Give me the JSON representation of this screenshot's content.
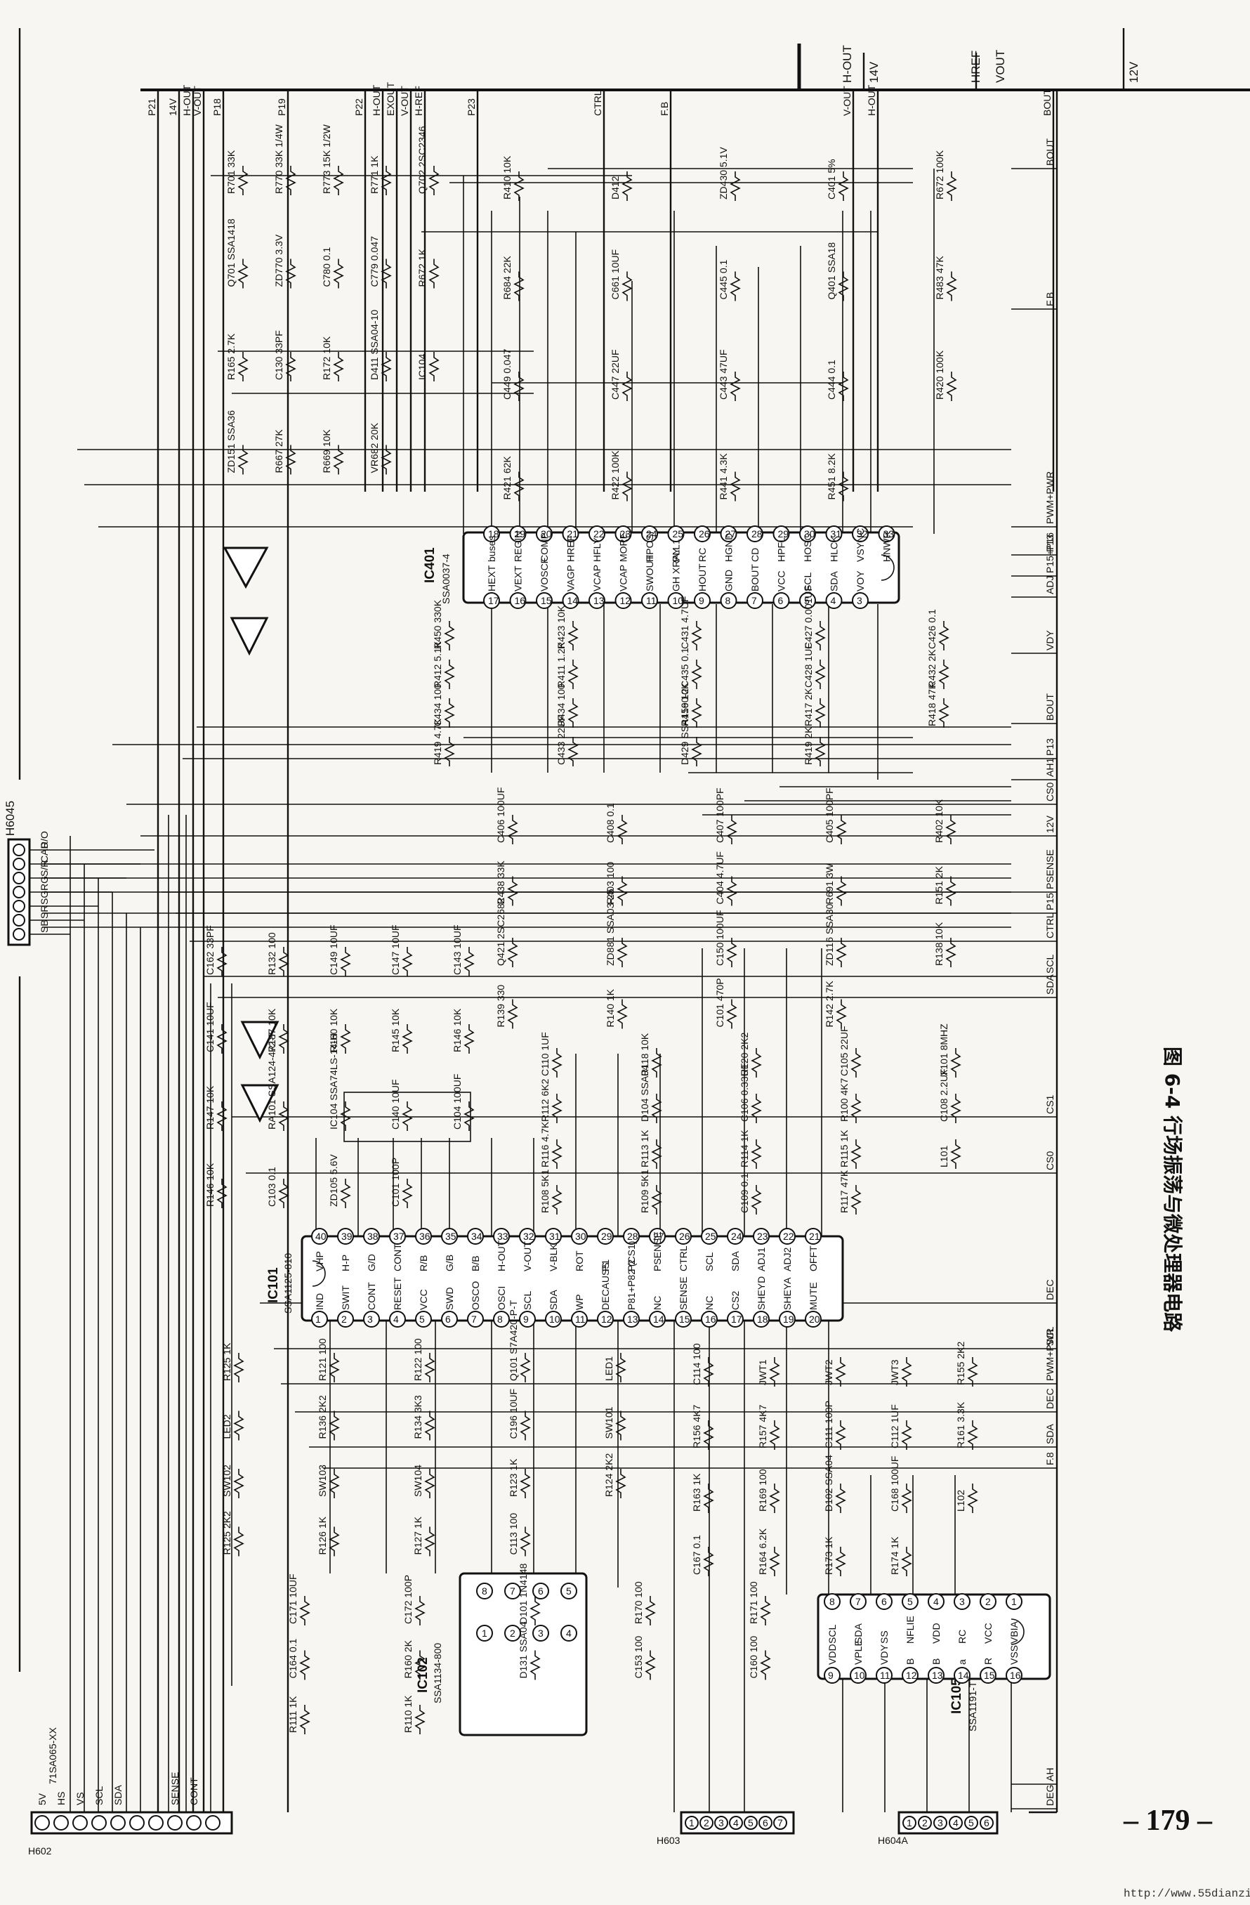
{
  "figure": {
    "caption": "图 6-4  行场振荡与微处理器电路",
    "page_number": "– 179 –",
    "watermark": "http://www.55dianzi.com"
  },
  "top_bus": {
    "labels": [
      "H-OUT",
      "14V",
      "HREF",
      "VOUT",
      "12V"
    ]
  },
  "top_signals": [
    "P21",
    "14V",
    "H-OUT",
    "V-OUT",
    "P18",
    "P19",
    "P22",
    "H-OUT",
    "EXOUT",
    "V-OUT",
    "H-REF",
    "P23",
    "CTRL",
    "F.B",
    "V-OUT",
    "H-OUT",
    "BOUT"
  ],
  "ic_h_osc": {
    "name": "IC401",
    "part": "SSA0037-4",
    "top_pins": [
      {
        "n": "17",
        "label": "HEXT"
      },
      {
        "n": "16",
        "label": "VEXT"
      },
      {
        "n": "15",
        "label": "VOSCF"
      },
      {
        "n": "14",
        "label": "VAGP"
      },
      {
        "n": "13",
        "label": "VCAP"
      },
      {
        "n": "12",
        "label": "VCAP"
      },
      {
        "n": "11",
        "label": "SWOUT"
      },
      {
        "n": "10",
        "label": "GH XRAY"
      },
      {
        "n": "9",
        "label": "HOUT"
      },
      {
        "n": "8",
        "label": "GND"
      },
      {
        "n": "7",
        "label": "BOUT"
      },
      {
        "n": "6",
        "label": "VCC"
      },
      {
        "n": "5",
        "label": "SCL"
      },
      {
        "n": "4",
        "label": "SDA"
      },
      {
        "n": "3",
        "label": "VOY"
      }
    ],
    "bottom_pins": [
      {
        "n": "18",
        "label": "buses"
      },
      {
        "n": "19",
        "label": "REGIN"
      },
      {
        "n": "20",
        "label": "COMP"
      },
      {
        "n": "21",
        "label": "HREF"
      },
      {
        "n": "22",
        "label": "HFLY"
      },
      {
        "n": "23",
        "label": "MORE"
      },
      {
        "n": "24",
        "label": "HPOSI"
      },
      {
        "n": "25",
        "label": "PLL1"
      },
      {
        "n": "26",
        "label": "RC"
      },
      {
        "n": "27",
        "label": "HGND"
      },
      {
        "n": "28",
        "label": "CD"
      },
      {
        "n": "29",
        "label": "HPFL"
      },
      {
        "n": "30",
        "label": "HOSC"
      },
      {
        "n": "31",
        "label": "HLCK"
      },
      {
        "n": "32",
        "label": "VSYNC"
      },
      {
        "n": "33",
        "label": "HNWR"
      }
    ]
  },
  "ic_mcu": {
    "name": "IC101",
    "part": "SSA1125-810",
    "top_pins": [
      {
        "n": "40",
        "label": "VHP"
      },
      {
        "n": "39",
        "label": "H-P"
      },
      {
        "n": "38",
        "label": "G/D"
      },
      {
        "n": "37",
        "label": "CONT"
      },
      {
        "n": "36",
        "label": "R/B"
      },
      {
        "n": "35",
        "label": "G/B"
      },
      {
        "n": "34",
        "label": "B/B"
      },
      {
        "n": "33",
        "label": "H-OUT"
      },
      {
        "n": "32",
        "label": "V-OUT"
      },
      {
        "n": "31",
        "label": "V-BLK"
      },
      {
        "n": "30",
        "label": "ROT"
      },
      {
        "n": "29",
        "label": "P1"
      },
      {
        "n": "28",
        "label": "P2"
      },
      {
        "n": "27",
        "label": "PSENSE"
      },
      {
        "n": "26",
        "label": "CTRL"
      },
      {
        "n": "25",
        "label": "SCL"
      },
      {
        "n": "24",
        "label": "SDA"
      },
      {
        "n": "23",
        "label": "ADJ1"
      },
      {
        "n": "22",
        "label": "ADJ2"
      },
      {
        "n": "21",
        "label": "OFFT"
      }
    ],
    "bottom_pins": [
      {
        "n": "1",
        "label": "IND"
      },
      {
        "n": "2",
        "label": "SWIT"
      },
      {
        "n": "3",
        "label": "CONT"
      },
      {
        "n": "4",
        "label": "RESET"
      },
      {
        "n": "5",
        "label": "VCC"
      },
      {
        "n": "6",
        "label": "SWD"
      },
      {
        "n": "7",
        "label": "OSCO"
      },
      {
        "n": "8",
        "label": "OSCI"
      },
      {
        "n": "9",
        "label": "SCL"
      },
      {
        "n": "10",
        "label": "SDA"
      },
      {
        "n": "11",
        "label": "WP"
      },
      {
        "n": "12",
        "label": "DECAUSS"
      },
      {
        "n": "13",
        "label": "P81+P82 (CS1)"
      },
      {
        "n": "14",
        "label": "NC"
      },
      {
        "n": "15",
        "label": "SENSE"
      },
      {
        "n": "16",
        "label": "NC"
      },
      {
        "n": "17",
        "label": "CS2"
      },
      {
        "n": "18",
        "label": "SHEYD"
      },
      {
        "n": "19",
        "label": "SHEYA"
      },
      {
        "n": "20",
        "label": "MUTE"
      }
    ]
  },
  "ic_eeprom": {
    "name": "IC102",
    "part": "SSA1134-800",
    "pins": [
      "1",
      "2",
      "3",
      "4",
      "5",
      "6",
      "7",
      "8"
    ]
  },
  "ic_small": {
    "name": "IC105",
    "part": "SSA1191-TT",
    "top_pins": [
      {
        "n": "8",
        "label": "SCL"
      },
      {
        "n": "7",
        "label": "SDA"
      },
      {
        "n": "6",
        "label": "SS"
      },
      {
        "n": "5",
        "label": "NFLIE"
      },
      {
        "n": "4",
        "label": "VDD"
      },
      {
        "n": "3",
        "label": "RC"
      },
      {
        "n": "2",
        "label": "VCC"
      },
      {
        "n": "1",
        "label": "VBIA"
      }
    ],
    "bottom_pins": [
      {
        "n": "9",
        "label": "VDD"
      },
      {
        "n": "10",
        "label": "VPLE"
      },
      {
        "n": "11",
        "label": "VDY"
      },
      {
        "n": "12",
        "label": "B"
      },
      {
        "n": "13",
        "label": "B"
      },
      {
        "n": "14",
        "label": "a"
      },
      {
        "n": "15",
        "label": "R"
      },
      {
        "n": "16",
        "label": "VSS"
      }
    ]
  },
  "connector_top_right": {
    "name": "H6045",
    "pins": [
      "SB",
      "SR",
      "SG",
      "RG",
      "S/R",
      "CAD",
      "R/O"
    ]
  },
  "connector_bottom_left": {
    "name": "H602",
    "part": "71SA065-XX",
    "pins": [
      "5V",
      "HS",
      "VS",
      "SCL",
      "SDA",
      "",
      "",
      "SENSE",
      "CONT",
      ""
    ]
  },
  "connector_bottom_mid": {
    "name": "H603",
    "pins": [
      "1",
      "2",
      "3",
      "4",
      "5",
      "6",
      "7"
    ]
  },
  "connector_bottom_right": {
    "name": "H604A",
    "pins": [
      "1",
      "2",
      "3",
      "4",
      "5",
      "6"
    ]
  },
  "right_bus": [
    "BOUT",
    "F.B",
    "PWM+PWR",
    "P13",
    "P15+P16",
    "ADJ",
    "VDY",
    "BOUT",
    "P13",
    "AH1",
    "CS0",
    "12V",
    "PSENSE",
    "P15",
    "CTRL",
    "SCL",
    "SDA",
    "CS1",
    "CS0",
    "DEC",
    "SCL",
    "PWM+PWR",
    "DEC",
    "SDA",
    "F.8",
    "AH",
    "DEG"
  ],
  "components": [
    "R701 33K",
    "R770 33K 1/4W",
    "R773 15K 1/2W",
    "R771 1K",
    "Q702 2SC2346",
    "Q701 SSA1418",
    "ZD770 3.3V",
    "C780 0.1",
    "C779 0.047",
    "R672 1K",
    "R165 2.7K",
    "C130 33PF",
    "R172 10K",
    "D411 SSA04-10",
    "IC104",
    "ZD151 SSA36",
    "R667 27K",
    "R669 10K",
    "VR682 20K",
    "R410 10K",
    "D412",
    "ZD430 5.1V",
    "C401 5%",
    "R672 100K",
    "R684 22K",
    "C661 10UF",
    "C445 0.1",
    "Q401 SSA18",
    "R483 47K",
    "C449 0.047",
    "C447 22UF",
    "C443 47UF",
    "C444 0.1",
    "R420 100K",
    "R421 62K",
    "R422 100K",
    "R441 4.3K",
    "R451 8.2K",
    "R450 330K",
    "R423 10K",
    "C431 4.7UF",
    "C427 0.001UF",
    "C426 0.1",
    "R412 5.1K",
    "R411 1.2K",
    "C435 0.1",
    "C428 1UF",
    "R432 2K",
    "C434 100",
    "R434 100",
    "R416 10K",
    "R417 2K",
    "R418 47K",
    "R419 4.7K",
    "C433 22UF",
    "D429 SSA1590-2",
    "R419 2K",
    "C406 100UF",
    "C408 0.1",
    "C407 100PF",
    "C405 100PF",
    "R402 10K",
    "R438 33K",
    "R403 100",
    "C404 4.7UF",
    "R691 3W",
    "R151 2K",
    "Q421 2SC2682",
    "ZD881 SSA03-25",
    "C150 100UF",
    "ZD116 SSA30",
    "R138 10K",
    "R139 330",
    "R140 1K",
    "C101 470P",
    "R142 2.7K",
    "C162 33PF",
    "R132 100",
    "C149 10UF",
    "C147 10UF",
    "C143 10UF",
    "C141 10UF",
    "R187 10K",
    "R160 10K",
    "R145 10K",
    "R146 10K",
    "R147 10K",
    "RA101 SSA124-472-7",
    "IC104 SSA74LS-14-H",
    "C140 10UF",
    "C104 100UF",
    "R146 10K",
    "C103 0.1",
    "ZD105 5.6V",
    "C101 100P",
    "C110 1UF",
    "R118 10K",
    "R120 2K2",
    "C105 22UF",
    "X101 8MHZ",
    "R112 6K2",
    "D104 SSA04",
    "C106 0.33UF",
    "R100 4K7",
    "C108 2.2UF",
    "R116 4.7K",
    "R113 1K",
    "R114 1K",
    "R115 1K",
    "L101",
    "R108 5K1",
    "R109 5K1",
    "C109 0.1",
    "R117 47K",
    "R125 1K",
    "R121 100",
    "R122 100",
    "Q101 S7A420-P-T",
    "LED1",
    "LED2",
    "R136 2K2",
    "R134 3K3",
    "C196 10UF",
    "SW101",
    "SW102",
    "SW103",
    "SW104",
    "R123 1K",
    "R124 2K2",
    "R125 2K2",
    "R126 1K",
    "R127 1K",
    "C113 100",
    "C114 100",
    "JWT1",
    "JWT2",
    "JWT3",
    "R155 2K2",
    "R156 4K7",
    "R157 4K7",
    "C111 100P",
    "C112 1UF",
    "R161 3.3K",
    "R163 1K",
    "R169 100",
    "D102 SSA04",
    "C168 100UF",
    "L102",
    "C167 0.1",
    "R164 6.2K",
    "R173 1K",
    "R174 1K",
    "C171 10UF",
    "C172 100P",
    "D101 1N4148",
    "R170 100",
    "R171 100",
    "C164 0.1",
    "R160 2K",
    "D131 SSA04",
    "C153 100",
    "C160 100",
    "R111 1K",
    "R110 1K"
  ]
}
